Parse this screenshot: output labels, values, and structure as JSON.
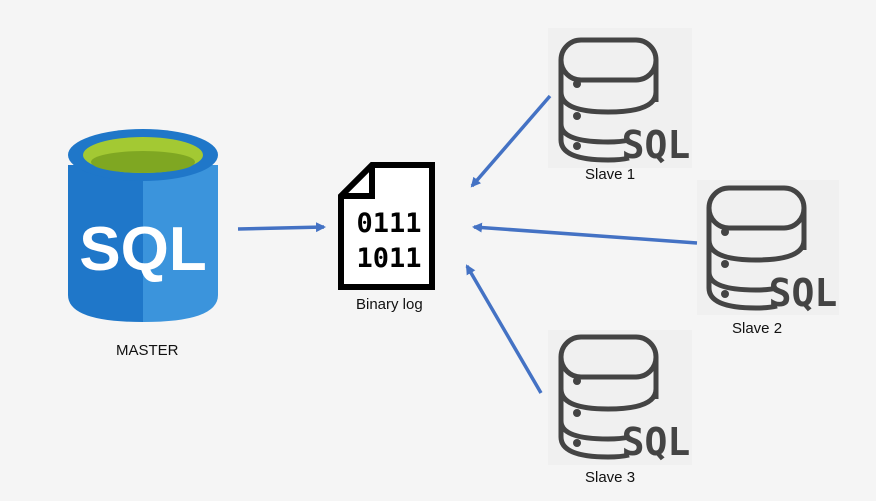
{
  "nodes": {
    "master": {
      "icon_text": "SQL",
      "label": "MASTER"
    },
    "binary_log": {
      "icon_line1": "0111",
      "icon_line2": "1011",
      "label": "Binary log"
    },
    "slave1": {
      "icon_text": "SQL",
      "label": "Slave 1"
    },
    "slave2": {
      "icon_text": "SQL",
      "label": "Slave 2"
    },
    "slave3": {
      "icon_text": "SQL",
      "label": "Slave 3"
    }
  },
  "colors": {
    "background": "#f5f5f5",
    "master_blue": "#1f77c9",
    "master_blue_light": "#3b94dc",
    "master_green": "#a3c933",
    "icon_stroke": "#444444",
    "arrow": "#4472c4"
  },
  "icons": {
    "master": "sql-database-icon",
    "binary_log": "binary-file-icon",
    "slave": "server-sql-icon"
  }
}
